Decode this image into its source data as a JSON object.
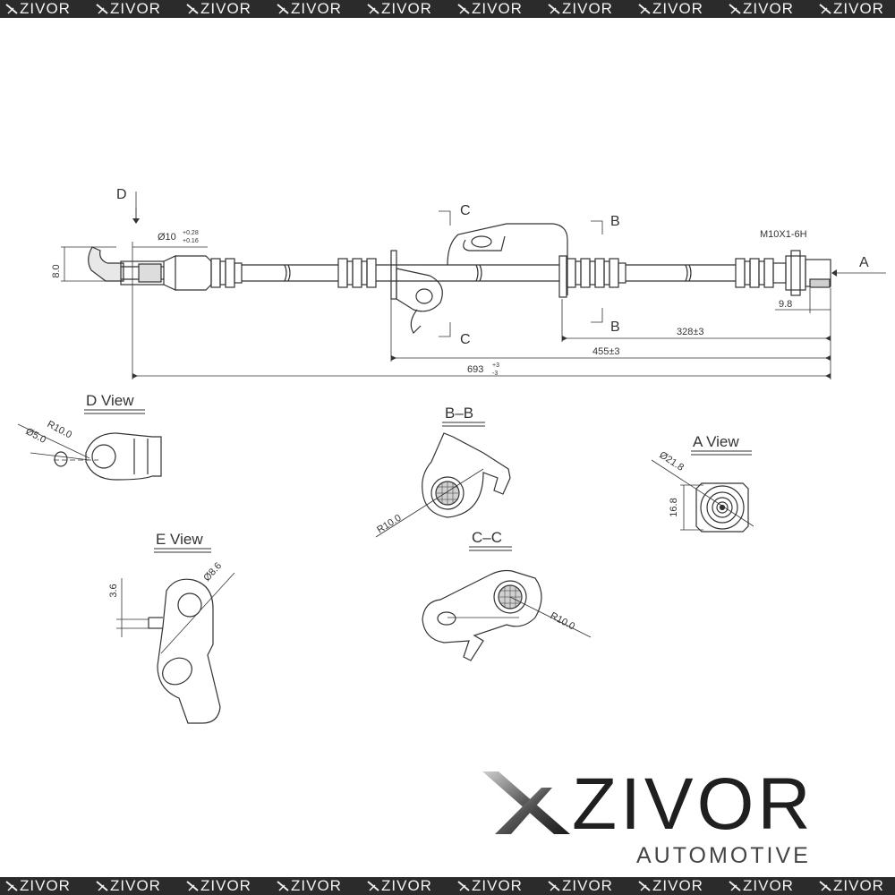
{
  "watermark": {
    "text": "ZIVOR",
    "repeat": 10
  },
  "labels": {
    "D": "D",
    "C": "C",
    "B": "B",
    "A": "A",
    "thread": "M10X1-6H",
    "dia10": "Ø10",
    "dia10_upper": "+0.28",
    "dia10_lower": "+0.16",
    "dim8": "8.0",
    "dim9_8": "9.8",
    "dim328": "328±3",
    "dim455": "455±3",
    "dim693": "693",
    "dim693_upper": "+3",
    "dim693_lower": "-3"
  },
  "views": {
    "d_view": {
      "title": "D View",
      "radius": "R10.0",
      "dia": "Ø5.0"
    },
    "bb_view": {
      "title": "B–B",
      "radius": "R10.0"
    },
    "a_view": {
      "title": "A View",
      "dia": "Ø21.8",
      "height": "16.8"
    },
    "e_view": {
      "title": "E View",
      "dia": "Ø8.6",
      "dim": "3.6"
    },
    "cc_view": {
      "title": "C–C",
      "radius": "R10.0"
    }
  },
  "logo": {
    "brand": "ZIVOR",
    "sub": "AUTOMOTIVE"
  }
}
